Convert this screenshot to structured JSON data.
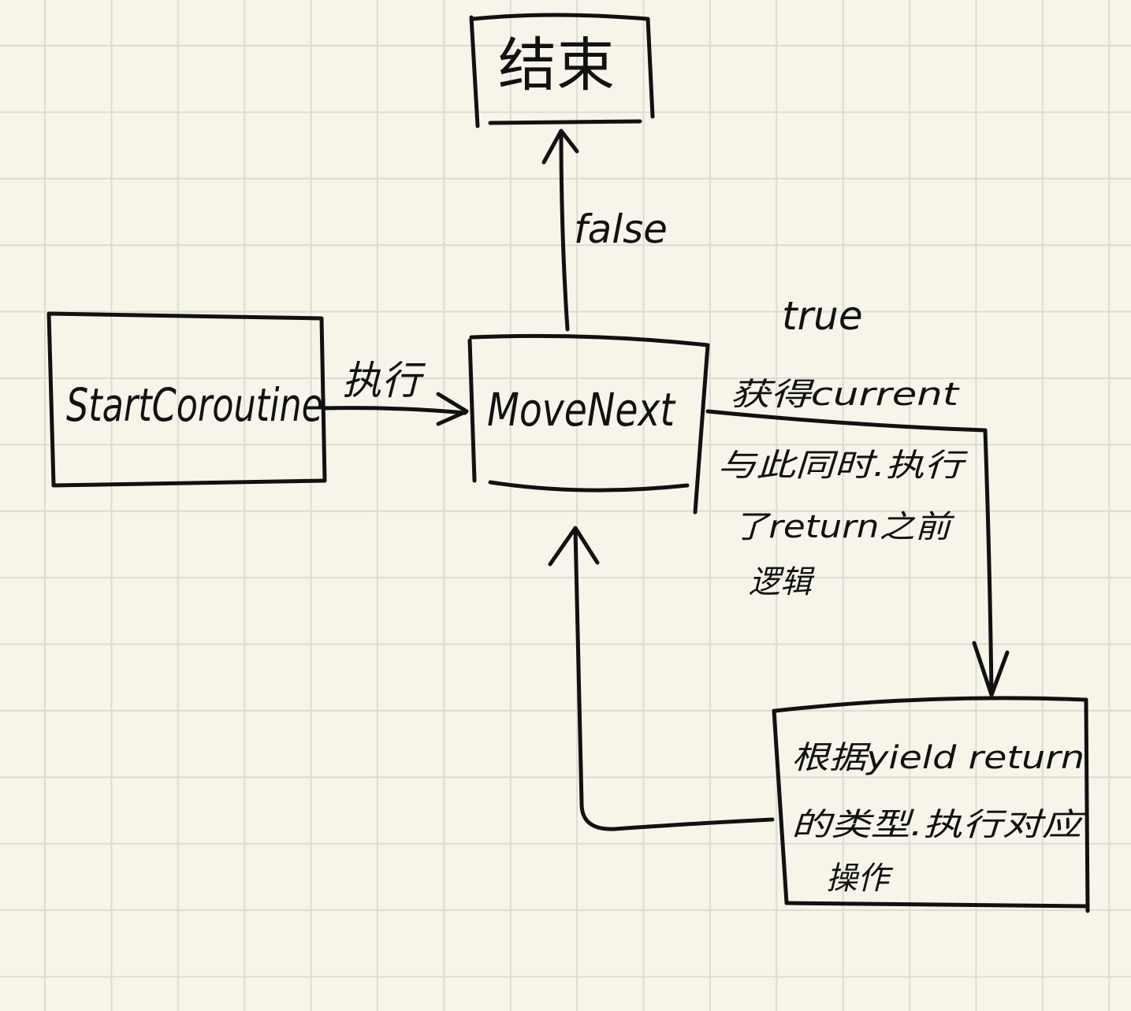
{
  "nodes": {
    "end": {
      "label": "结束"
    },
    "start_coroutine": {
      "label": "StartCoroutine"
    },
    "move_next": {
      "label": "MoveNext"
    },
    "yield_handler": {
      "lines": [
        "根据yield return",
        "的类型.执行对应",
        "操作"
      ]
    }
  },
  "edges": {
    "execute": {
      "label": "执行"
    },
    "false_branch": {
      "label": "false"
    },
    "true_branch": {
      "label": "true",
      "note": [
        "获得current",
        "与此同时.执行",
        "了return之前",
        "逻辑"
      ]
    }
  }
}
